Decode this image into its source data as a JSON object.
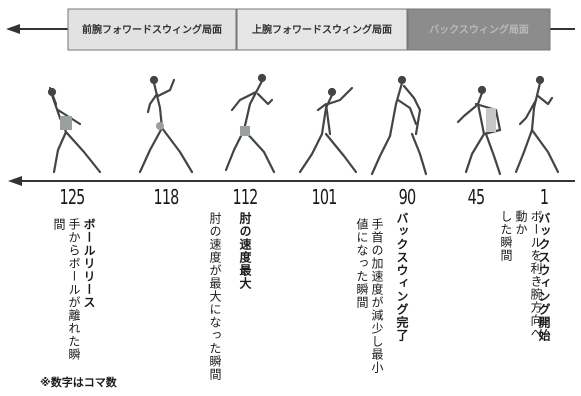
{
  "phases": [
    {
      "label": "前腕フォワードスウィング局面"
    },
    {
      "label": "上腕フォワードスウィング局面"
    },
    {
      "label": "バックスウィング局面"
    }
  ],
  "frames": [
    "125",
    "118",
    "112",
    "101",
    "90",
    "45",
    "1"
  ],
  "annotations": [
    {
      "line1": "ボールリリース",
      "line2": "手からボールが離れた瞬間"
    },
    {
      "line1": "",
      "line2": "肘の速度が最大になった瞬間"
    },
    {
      "line1": "肘の速度最大",
      "line2": ""
    },
    {
      "line1": "手首の加速度が減少し最小",
      "line2": "値になった瞬間"
    },
    {
      "line1": "バックスウィング完了",
      "line2": ""
    },
    {
      "line1": "ボールを利き腕方向へ動か",
      "line2": "した瞬間"
    },
    {
      "line1": "バックスウィング開始",
      "line2": ""
    }
  ],
  "note": "※数字はコマ数"
}
